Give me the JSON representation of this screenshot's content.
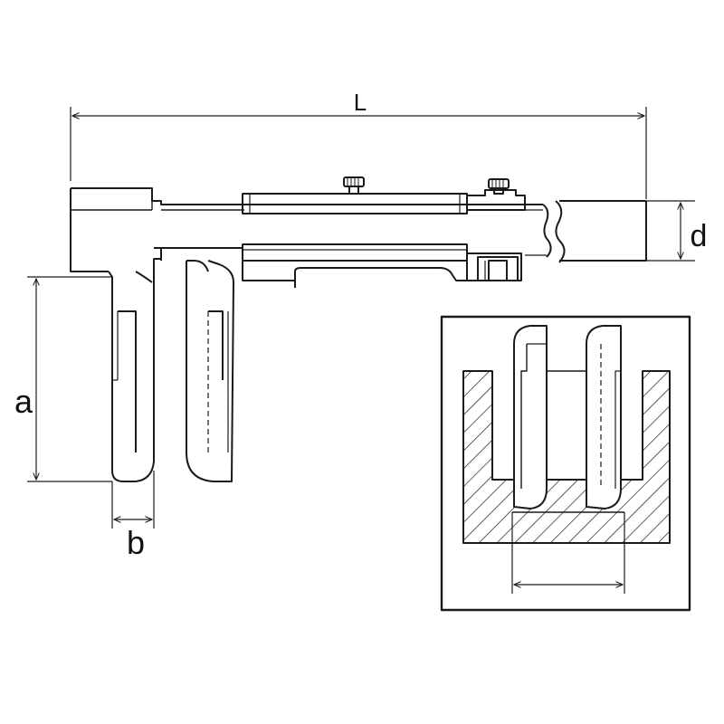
{
  "diagram": {
    "labels": {
      "length": "L",
      "depth": "d",
      "jaw_length": "a",
      "jaw_width": "b"
    },
    "colors": {
      "line": "#1a1a1a",
      "background": "#ffffff",
      "hatch": "#1a1a1a"
    }
  }
}
